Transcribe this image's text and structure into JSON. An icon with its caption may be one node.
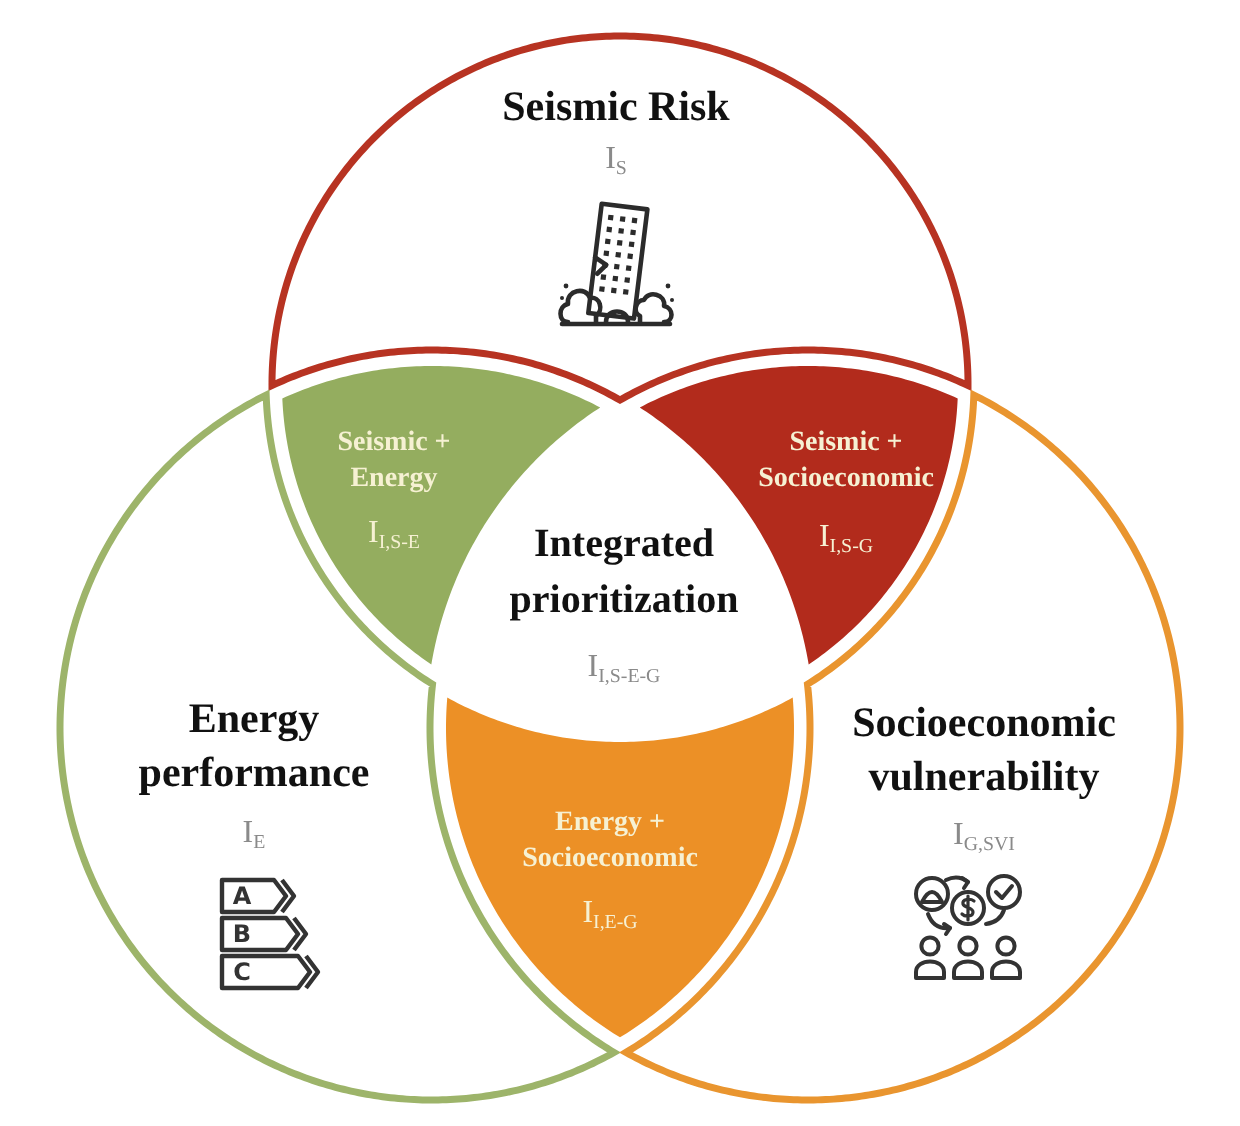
{
  "diagram": {
    "nodes": [
      {
        "text": [
          "Seismic Risk",
          "I$_{S}$"
        ]
      },
      {
        "text": [
          "Seismic + Energy",
          "I$_{I,S-E}$"
        ]
      },
      {
        "text": [
          "Seismic + Socioeconomic",
          "I$_{I,S-G}$"
        ]
      },
      {
        "text": [
          "Integrated prioritization",
          "I$_{I,S-E-G}$"
        ]
      },
      {
        "text": [
          "Energy performance",
          "I$_{E}$"
        ]
      },
      {
        "text": [
          "Socioeconomic vulnerability",
          "I$_{G,SVI}$"
        ]
      },
      {
        "text": [
          "Energy + Socioeconomic",
          "I$_{I,E-G}$"
        ]
      }
    ],
    "labels": [
      "A",
      "B",
      "C"
    ]
  }
}
